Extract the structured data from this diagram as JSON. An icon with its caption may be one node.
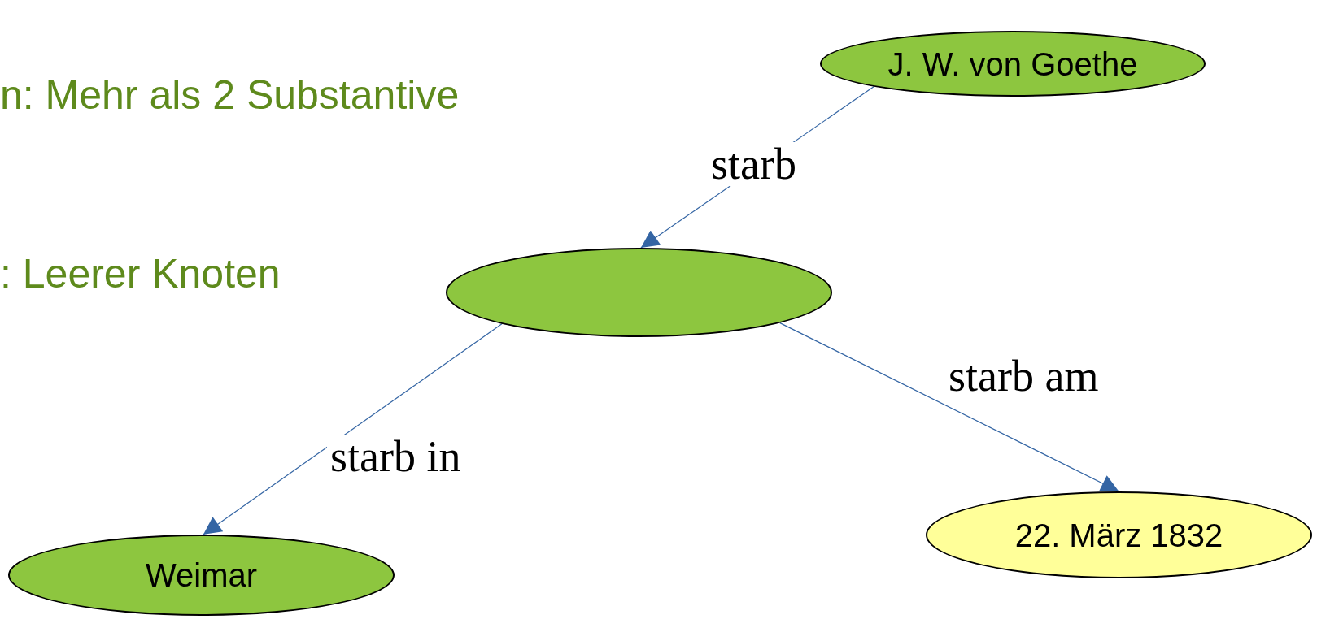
{
  "diagram": {
    "nodes": [
      {
        "text": [
          "J. W. von Goethe"
        ]
      },
      {
        "text": [],
        "shape": "ellipse"
      },
      {
        "text": [
          "Weimar"
        ]
      },
      {
        "text": [
          "22. März 1832"
        ]
      }
    ],
    "edges": [
      {
        "from": 0,
        "to": 1,
        "arrow": "to",
        "label": "starb"
      },
      {
        "from": 1,
        "to": 2,
        "arrow": "to",
        "label": "starb in"
      },
      {
        "from": 1,
        "to": 3,
        "arrow": "to",
        "label": "starb am"
      }
    ],
    "labels": [
      "n: Mehr als 2 Substantive",
      ": Leerer Knoten"
    ]
  }
}
